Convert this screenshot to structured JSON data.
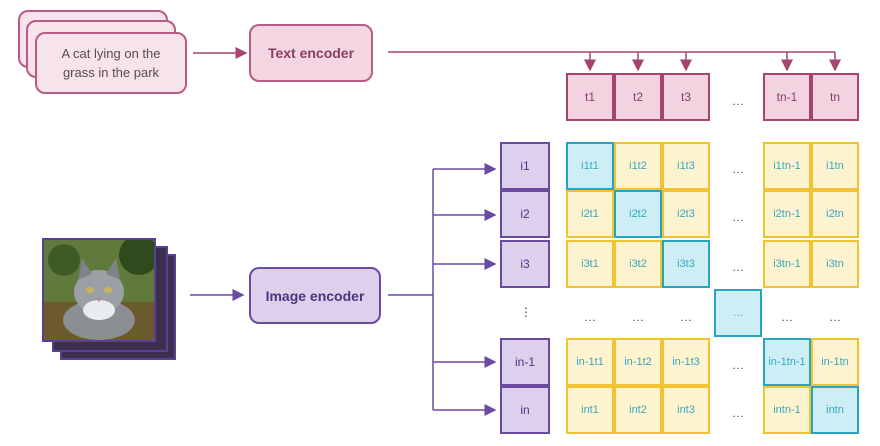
{
  "caption": "A cat lying on the grass in the park",
  "text_encoder_label": "Text encoder",
  "image_encoder_label": "Image encoder",
  "text_tokens": [
    "t1",
    "t2",
    "t3",
    "…",
    "tn-1",
    "tn"
  ],
  "image_tokens": [
    "i1",
    "i2",
    "i3",
    "⋮",
    "in-1",
    "in"
  ],
  "matrix": [
    [
      "i1t1",
      "i1t2",
      "i1t3",
      "…",
      "i1tn-1",
      "i1tn"
    ],
    [
      "i2t1",
      "i2t2",
      "i2t3",
      "…",
      "i2tn-1",
      "i2tn"
    ],
    [
      "i3t1",
      "i3t2",
      "i3t3",
      "…",
      "i3tn-1",
      "i3tn"
    ],
    [
      "…",
      "…",
      "…",
      "…",
      "…",
      "…"
    ],
    [
      "in-1t1",
      "in-1t2",
      "in-1t3",
      "…",
      "in-1tn-1",
      "in-1tn"
    ],
    [
      "int1",
      "int2",
      "int3",
      "…",
      "intn-1",
      "intn"
    ]
  ],
  "colors": {
    "text_branch": "#b85b86",
    "image_branch": "#6a4ba0",
    "matrix_cell": "#f1c232",
    "diagonal_cell": "#2aa3be"
  }
}
